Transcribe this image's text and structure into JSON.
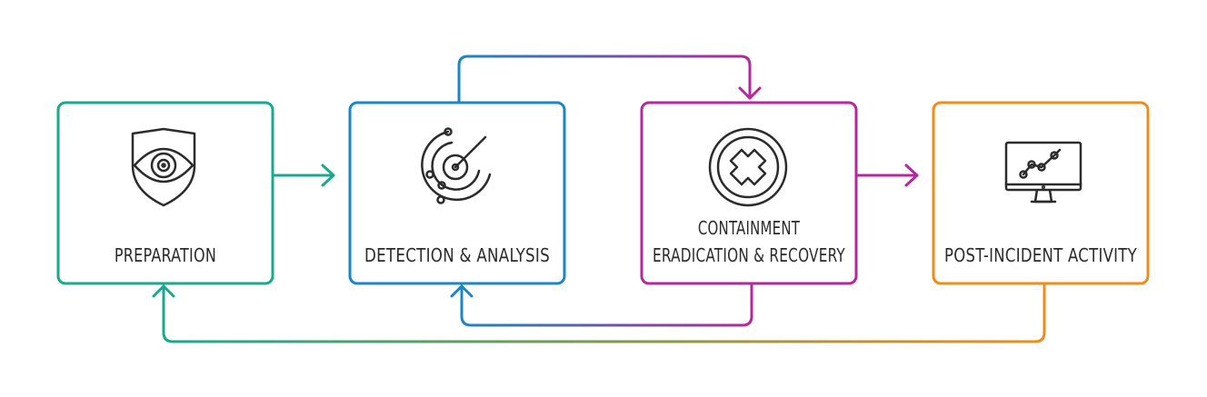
{
  "diagram": {
    "stages": [
      {
        "label_lines": [
          "PREPARATION"
        ],
        "icon": "shield-eye-icon",
        "color": "#1aa88f"
      },
      {
        "label_lines": [
          "DETECTION & ANALYSIS"
        ],
        "icon": "radar-icon",
        "color": "#1b86c4"
      },
      {
        "label_lines": [
          "CONTAINMENT",
          "ERADICATION & RECOVERY"
        ],
        "icon": "x-circle-icon",
        "color": "#b5279e"
      },
      {
        "label_lines": [
          "POST-INCIDENT ACTIVITY"
        ],
        "icon": "monitor-chart-icon",
        "color": "#ef8d1b"
      }
    ],
    "colors": {
      "text": "#2b2b2b",
      "icon_stroke": "#2b2b2b",
      "background": "#ffffff"
    }
  }
}
